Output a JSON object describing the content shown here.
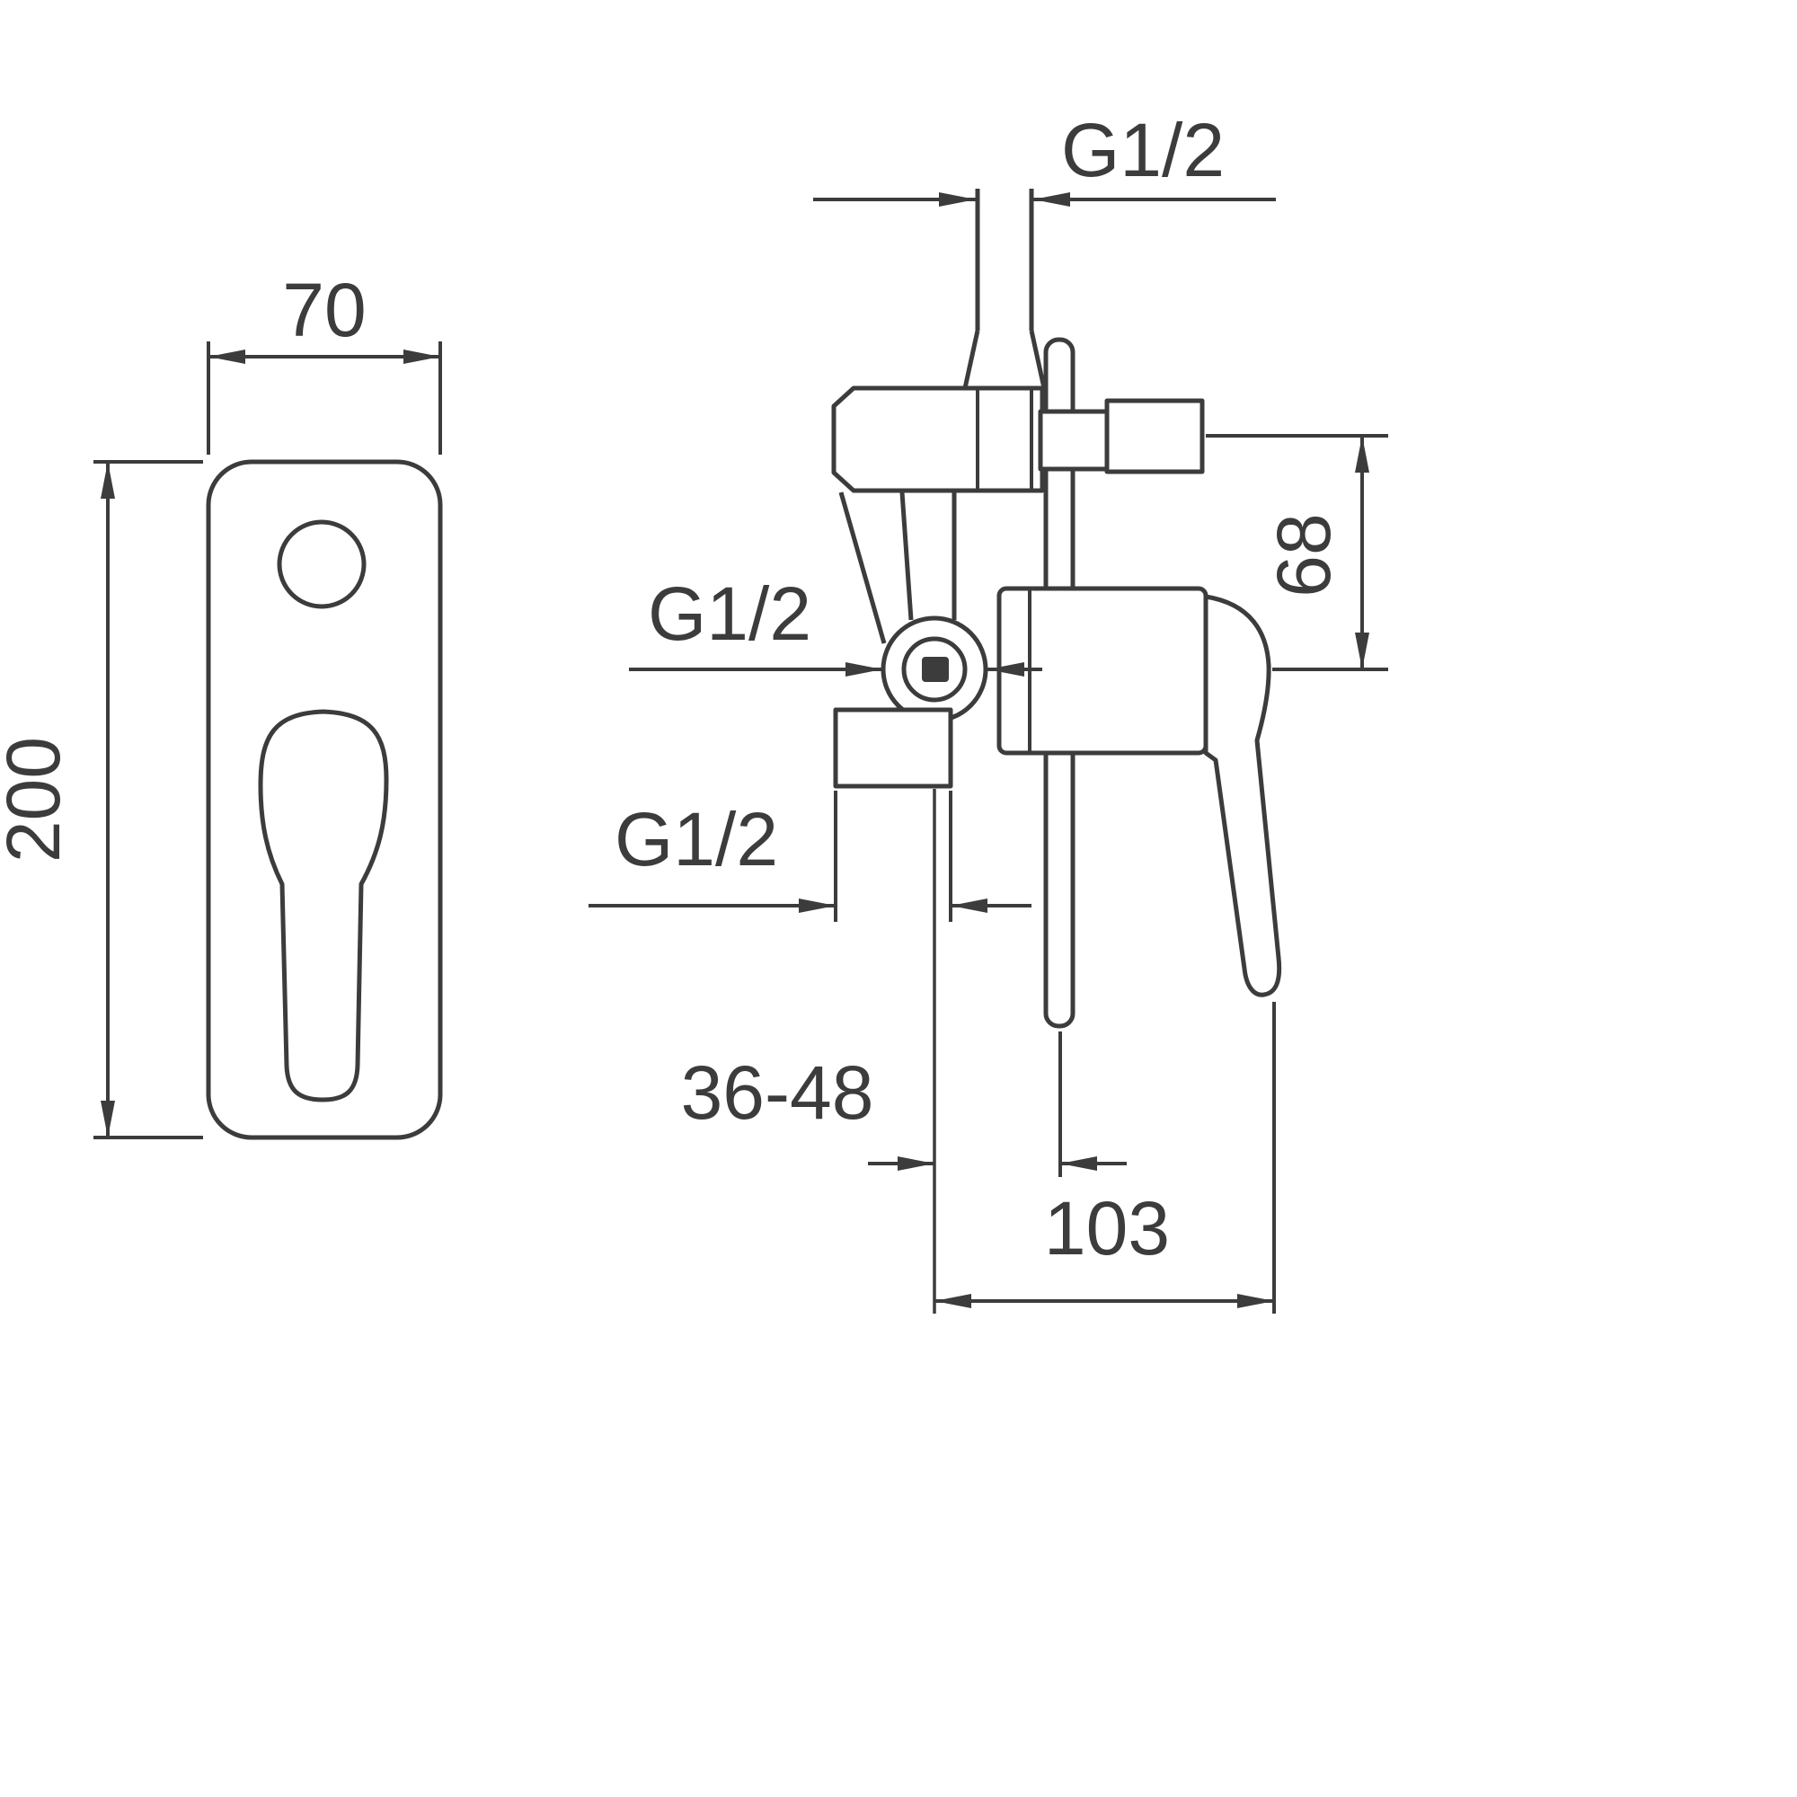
{
  "diagram": {
    "background_color": "#ffffff",
    "line_color": "#3c3c3c",
    "labels": {
      "front_width": "70",
      "front_height": "200",
      "top_thread": "G1/2",
      "inlet_thread": "G1/2",
      "outlet_thread": "G1/2",
      "outlet_height": "68",
      "mounting_depth": "36-48",
      "handle_reach": "103"
    }
  }
}
